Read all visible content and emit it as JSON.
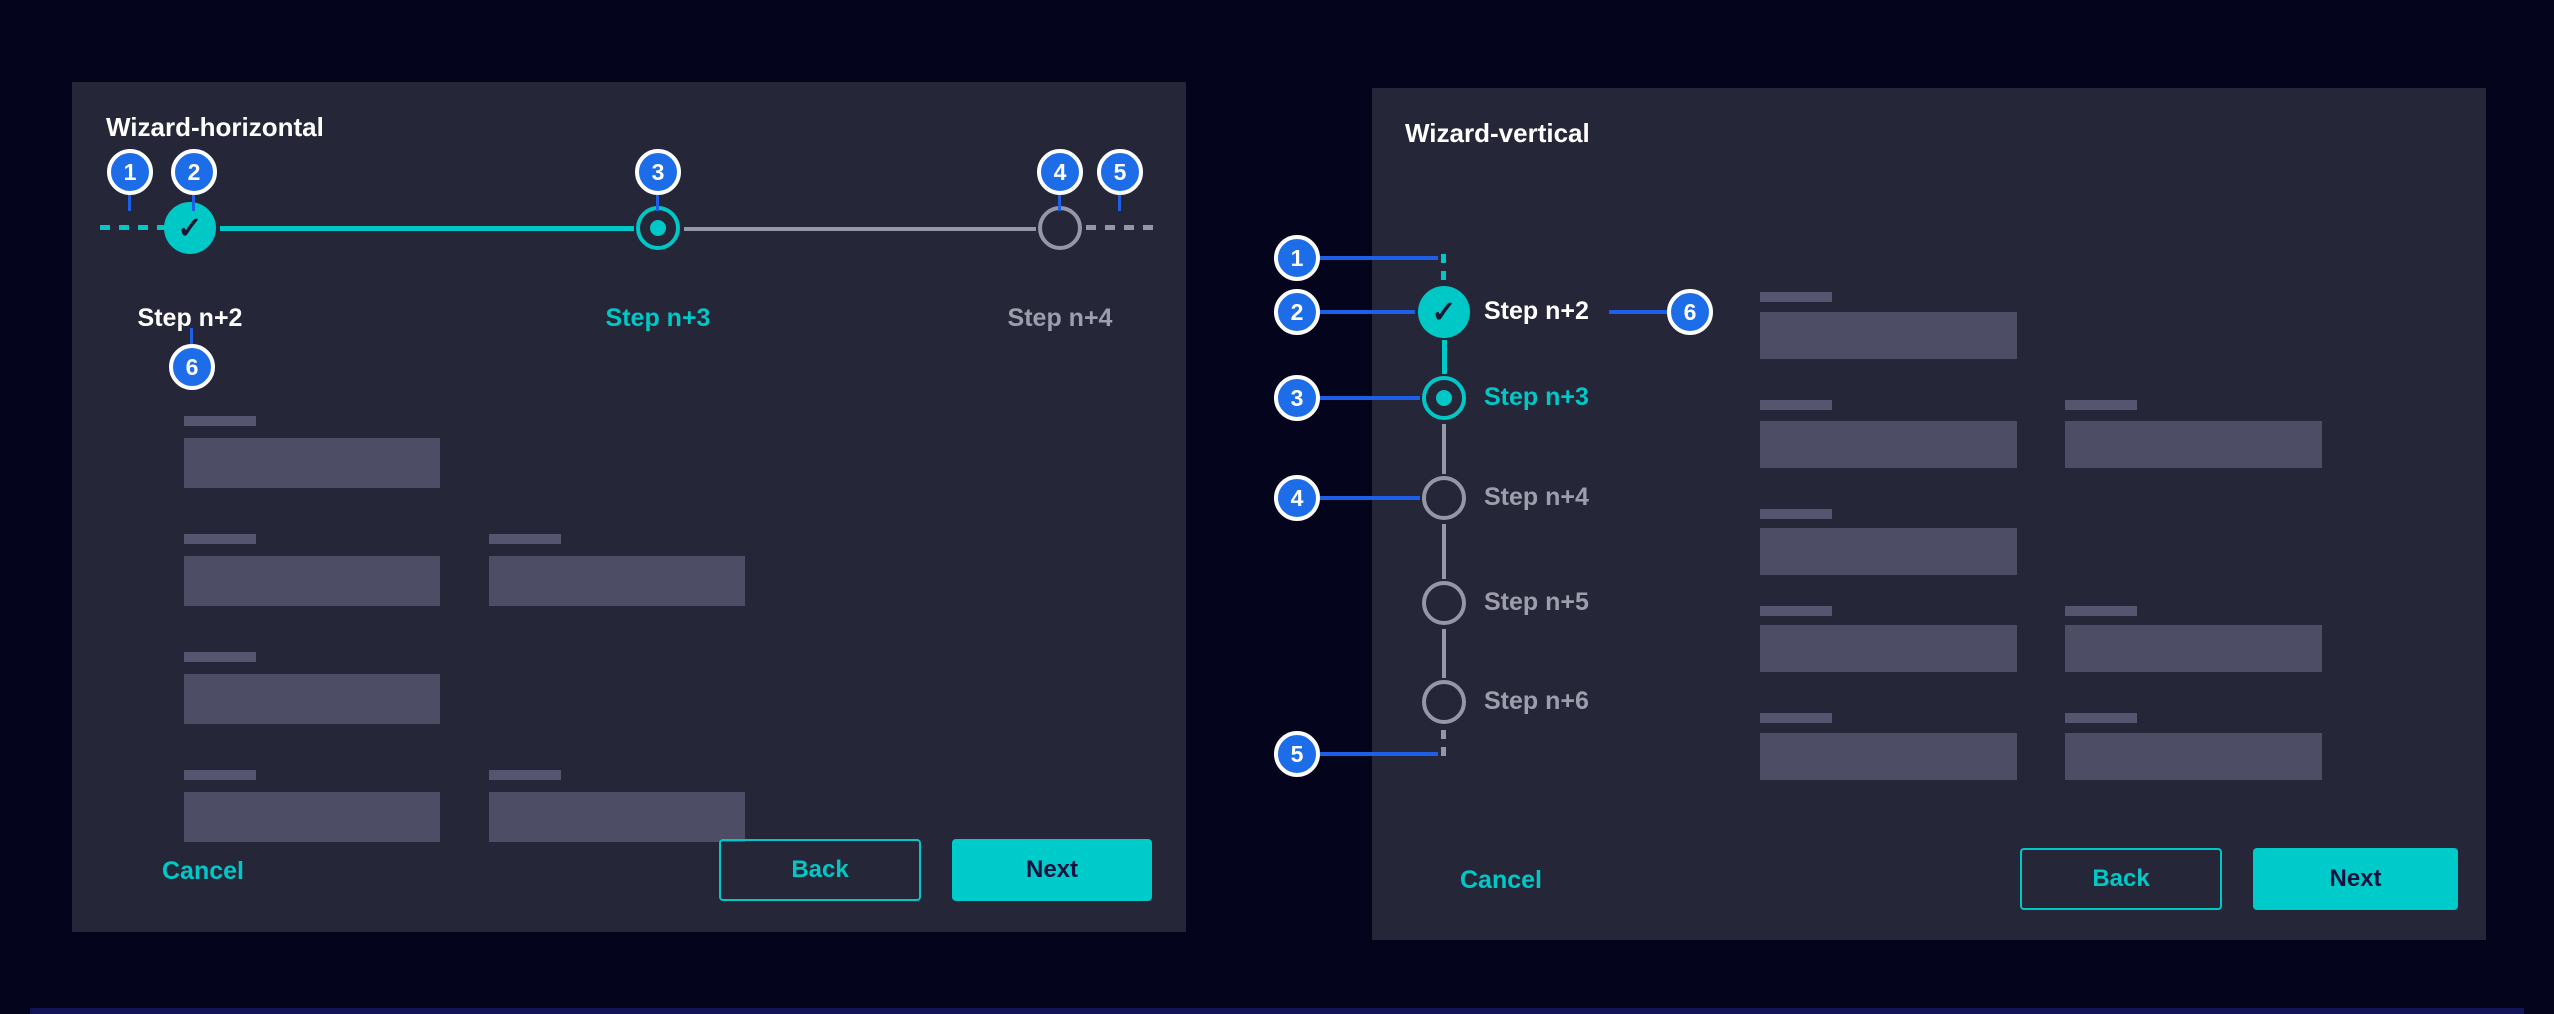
{
  "colors": {
    "background": "#04041d",
    "panel": "#262639",
    "teal": "#00c8c6",
    "teal_button": "#00cbcb",
    "next_text": "#131340",
    "badge_blue": "#1e6de8",
    "line_blue": "#1d5fe6",
    "gray": "#9697a6",
    "step_gray_text": "#9d9dac",
    "skeleton_label": "#55556f",
    "skeleton_input": "#4d4d66",
    "bottom_strip": "#131358",
    "white": "#ffffff"
  },
  "annotations": {
    "a1": "1",
    "a2": "2",
    "a3": "3",
    "a4": "4",
    "a5": "5",
    "a6": "6"
  },
  "wizard_horizontal": {
    "title": "Wizard-horizontal",
    "check_glyph": "✓",
    "steps": {
      "completed_label": "Step n+2",
      "current_label": "Step n+3",
      "upcoming_label": "Step n+4"
    },
    "footer": {
      "cancel_label": "Cancel",
      "back_label": "Back",
      "next_label": "Next"
    }
  },
  "wizard_vertical": {
    "title": "Wizard-vertical",
    "check_glyph": "✓",
    "steps": {
      "step1_label": "Step n+2",
      "step2_label": "Step n+3",
      "step3_label": "Step n+4",
      "step4_label": "Step n+5",
      "step5_label": "Step n+6"
    },
    "footer": {
      "cancel_label": "Cancel",
      "back_label": "Back",
      "next_label": "Next"
    }
  }
}
